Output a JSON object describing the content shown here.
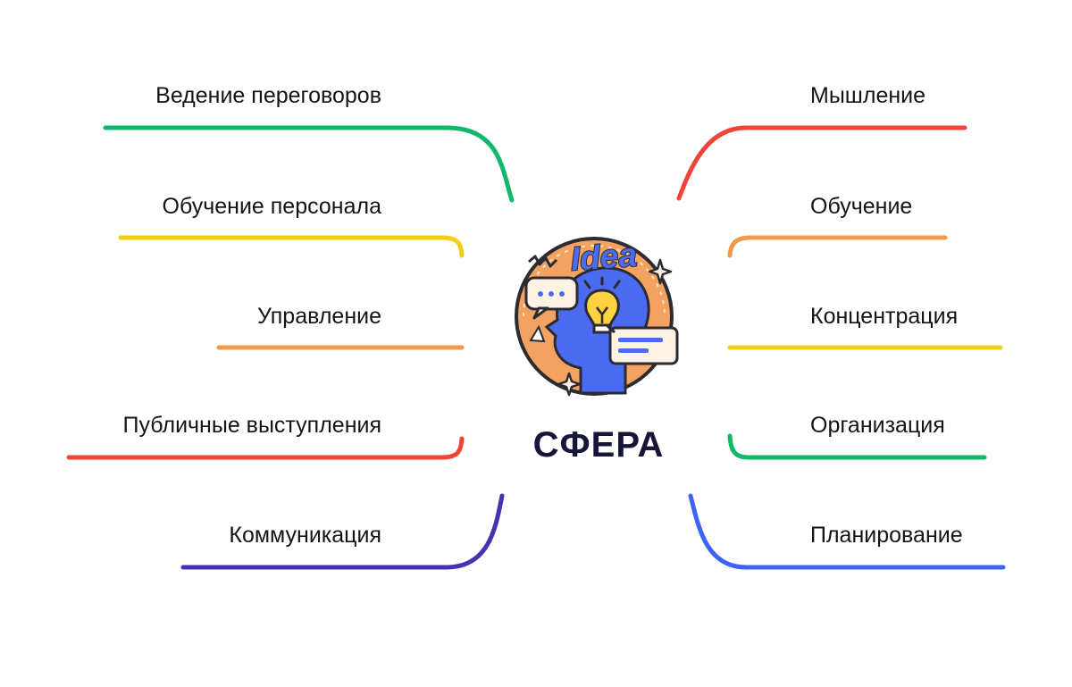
{
  "center": {
    "title": "СФЕРА",
    "icon_text": "Idea",
    "icon": "head-with-lightbulb-icon"
  },
  "left_branches": [
    {
      "label": "Ведение переговоров",
      "color": "#12b76a"
    },
    {
      "label": "Обучение персонала",
      "color": "#f2cf17"
    },
    {
      "label": "Управление",
      "color": "#f2994a"
    },
    {
      "label": "Публичные выступления",
      "color": "#f04438"
    },
    {
      "label": "Коммуникация",
      "color": "#4433b0"
    }
  ],
  "right_branches": [
    {
      "label": "Мышление",
      "color": "#f04438"
    },
    {
      "label": "Обучение",
      "color": "#f2994a"
    },
    {
      "label": "Концентрация",
      "color": "#f2cf17"
    },
    {
      "label": "Организация",
      "color": "#12b76a"
    },
    {
      "label": "Планирование",
      "color": "#3e63f5"
    }
  ]
}
